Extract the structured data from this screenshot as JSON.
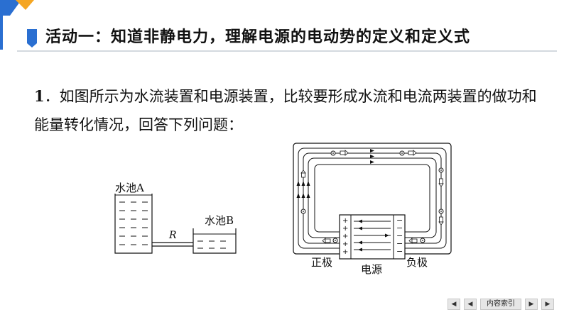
{
  "title": "活动一：知道非静电力，理解电源的电动势的定义和定义式",
  "question": {
    "number": "1",
    "text": "如图所示为水流装置和电源装置，比较要形成水流和电流两装置的做功和能量转化情况，回答下列问题："
  },
  "water_figure": {
    "pool_a": "水池A",
    "pool_b": "水池B",
    "pipe_label": "R"
  },
  "circuit_figure": {
    "positive_label": "正极",
    "negative_label": "负极",
    "source_label": "电源"
  },
  "nav": {
    "first": "◀",
    "prev": "◀",
    "index": "内容索引",
    "next": "▶",
    "last": "▶"
  },
  "colors": {
    "accent": "#2a6fd1",
    "corner_orange": "#f5a623"
  }
}
